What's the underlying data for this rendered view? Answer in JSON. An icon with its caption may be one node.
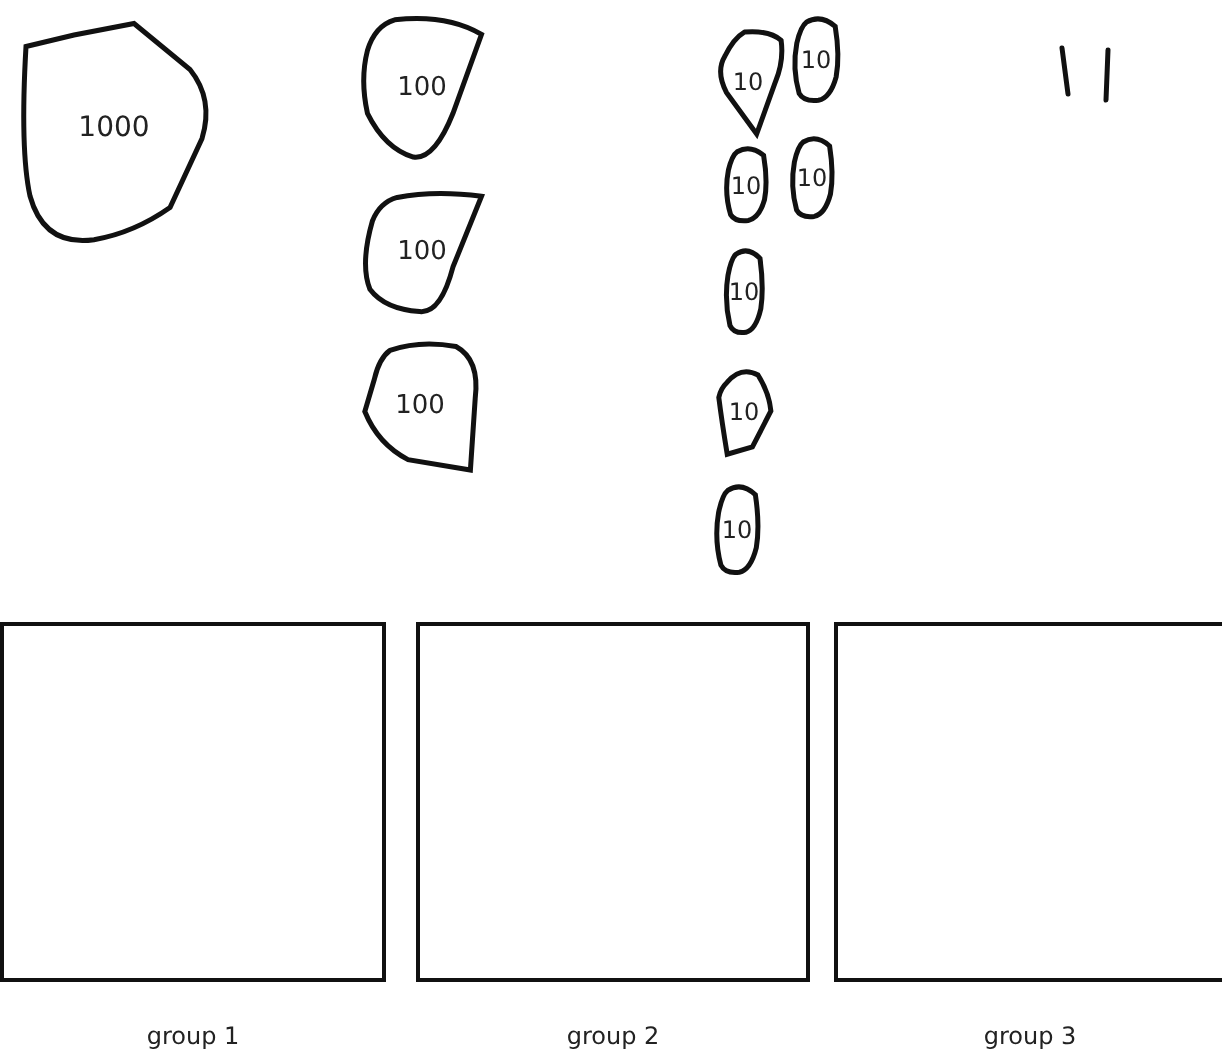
{
  "diagram": {
    "nodes": [
      {
        "text": [
          "1000"
        ]
      },
      {
        "text": [
          "100"
        ]
      },
      {
        "text": [
          "100"
        ]
      },
      {
        "text": [
          "100"
        ]
      },
      {
        "text": [
          "10"
        ]
      },
      {
        "text": [
          "10"
        ]
      },
      {
        "text": [
          "10"
        ]
      },
      {
        "text": [
          "10"
        ]
      },
      {
        "text": [
          "10"
        ]
      },
      {
        "text": [
          "10"
        ]
      },
      {
        "text": [
          "10"
        ]
      },
      {
        "text": [
          "group 1"
        ]
      },
      {
        "text": [
          "group 2"
        ]
      },
      {
        "text": [
          "group 3"
        ]
      }
    ]
  }
}
